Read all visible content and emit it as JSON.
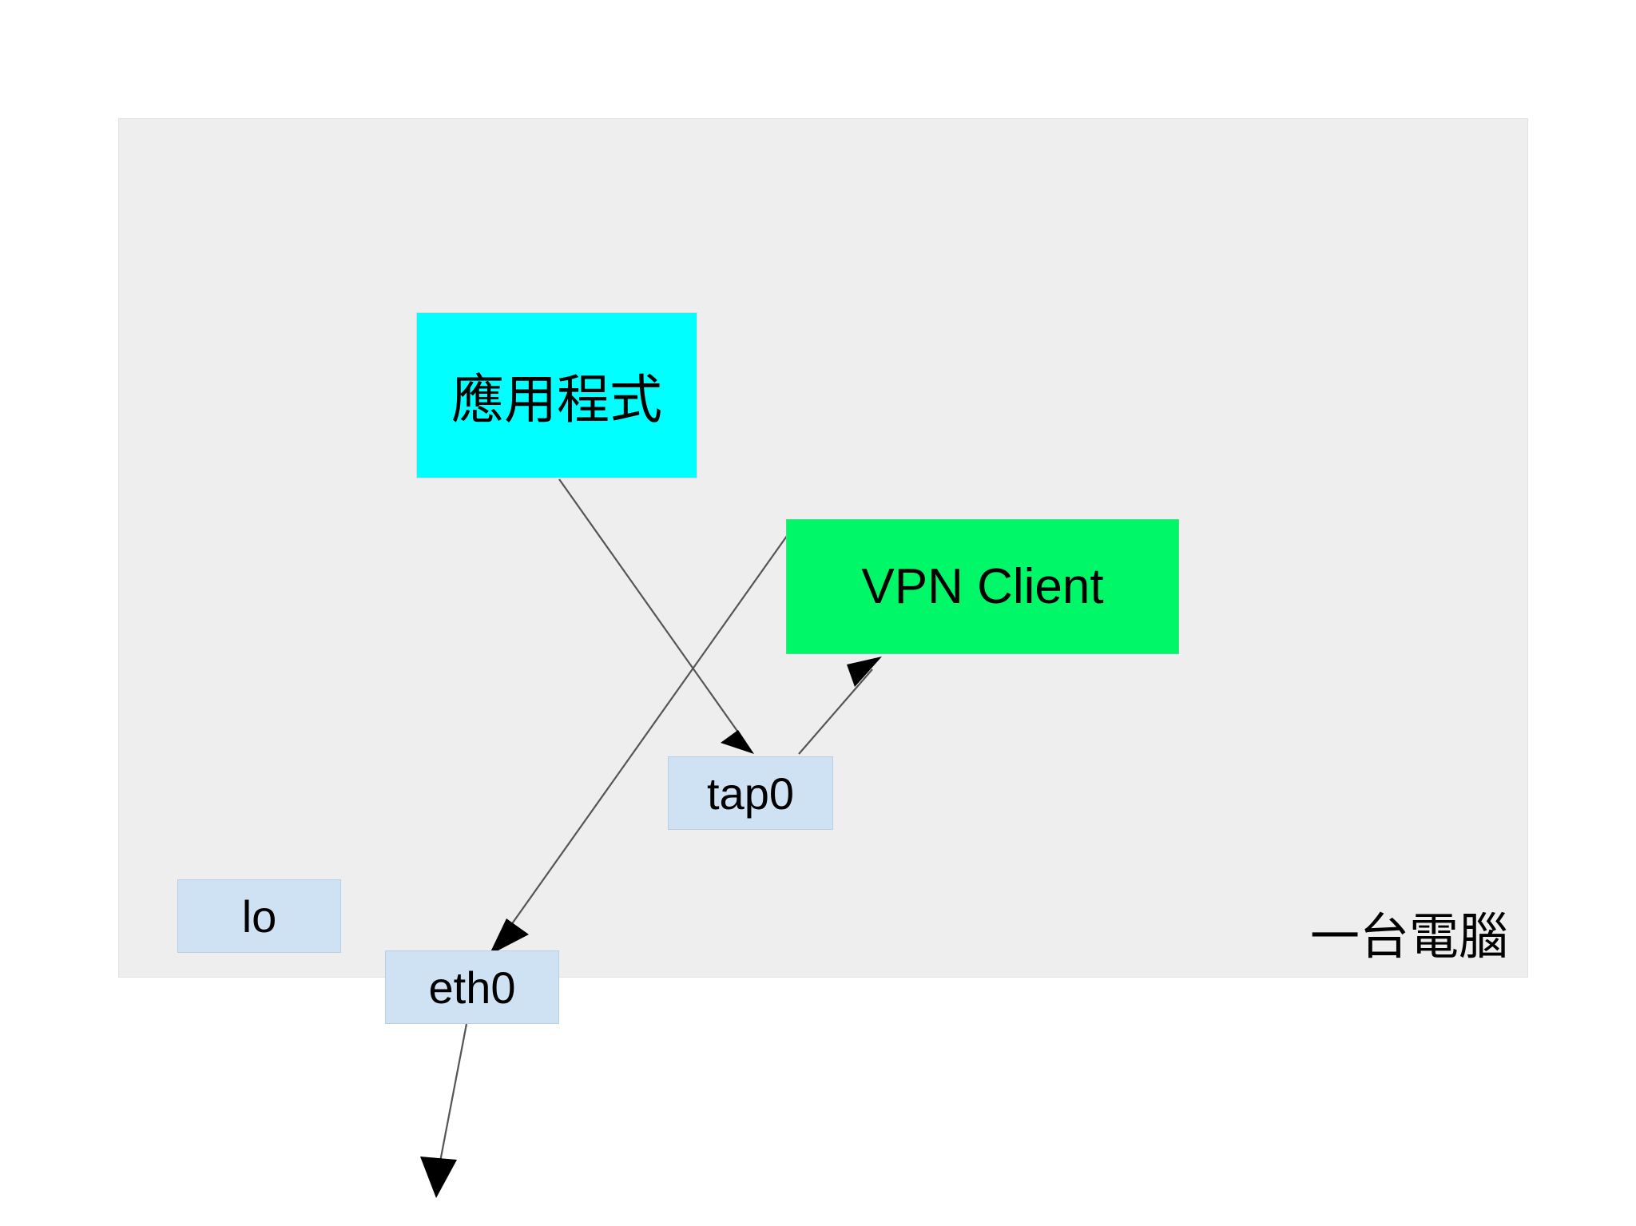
{
  "diagram": {
    "title_label": "一台電腦",
    "background_color": "#ffffff",
    "container": {
      "name": "host-computer",
      "label": "一台電腦",
      "fill": "#eeeeee",
      "stroke": "#e2e2e2"
    },
    "nodes": [
      {
        "id": "app",
        "label": "應用程式",
        "fill": "#00ffff",
        "role": "application"
      },
      {
        "id": "vpn",
        "label": "VPN Client",
        "fill": "#00f768",
        "role": "vpn-client"
      },
      {
        "id": "tap0",
        "label": "tap0",
        "fill": "#cfe2f3",
        "role": "virtual-interface"
      },
      {
        "id": "lo",
        "label": "lo",
        "fill": "#cfe2f3",
        "role": "loopback-interface"
      },
      {
        "id": "eth0",
        "label": "eth0",
        "fill": "#cfe2f3",
        "role": "physical-interface"
      }
    ],
    "edges": [
      {
        "id": "app-to-tap0",
        "from": "app",
        "to": "tap0",
        "label": "",
        "directed": true
      },
      {
        "id": "tap0-to-vpn",
        "from": "tap0",
        "to": "vpn",
        "label": "",
        "directed": true
      },
      {
        "id": "vpn-to-eth0",
        "from": "vpn",
        "to": "eth0",
        "label": "",
        "directed": true
      },
      {
        "id": "eth0-to-network",
        "from": "eth0",
        "to": "external-network",
        "label": "",
        "directed": true
      }
    ]
  }
}
